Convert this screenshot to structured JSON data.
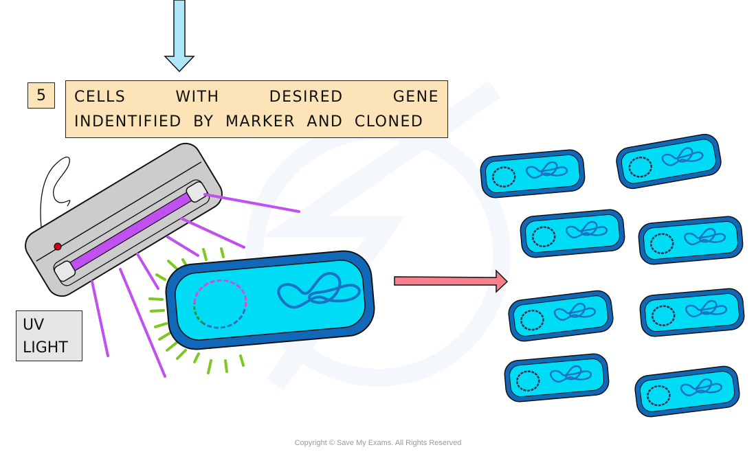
{
  "diagram": {
    "step": {
      "number": "5",
      "text": "CELLS WITH DESIRED GENE INDENTIFIED BY MARKER AND CLONED"
    },
    "uv_label": {
      "line1": "UV",
      "line2": "LIGHT"
    },
    "copyright": "Copyright © Save My Exams. All Rights Reserved",
    "colors": {
      "step_box_fill": "#fde3b8",
      "down_arrow_fill": "#aee8f8",
      "right_arrow_fill": "#f7808c",
      "cell_wall": "#1168b8",
      "cell_cytoplasm": "#00dcf5",
      "chromosome": "#1a72c4",
      "plasmid_marker": "#d050c8",
      "plasmid_gene": "#2a8a2a",
      "plasmid_other": "#2a6fb0",
      "uv_ray": "#c050f0",
      "glow": "#7ac820",
      "lamp_body": "#cccccc",
      "lamp_button": "#d0001a",
      "uv_label_fill": "#e6e6e6"
    },
    "cloned_cell_count": 8
  }
}
